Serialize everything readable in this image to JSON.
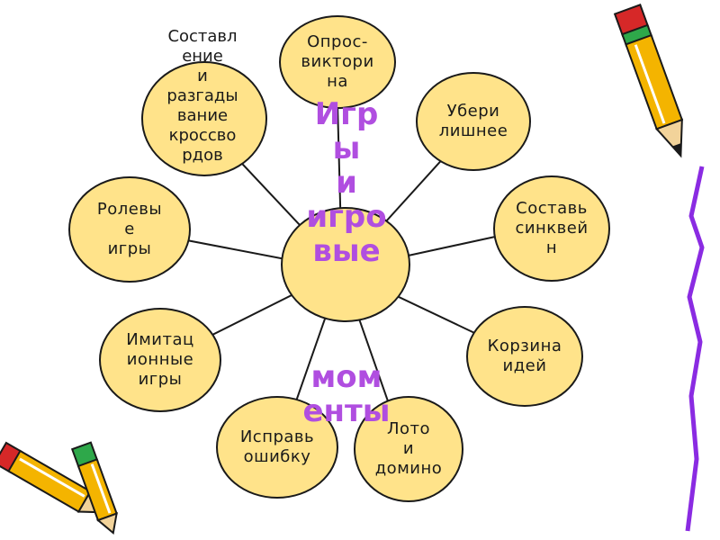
{
  "diagram": {
    "center": {
      "title_text": "Игр\nы\nи\nигро\nвые",
      "tail_text": "мом\nенты"
    },
    "nodes": {
      "quiz": "Опрос-\nвиктори\nна",
      "remove_extra": "Убери\nлишнее",
      "sinkwine": "Составь\nсинквей\nн",
      "idea_basket": "Корзина\nидей",
      "loto": "Лото\nи\nдомино",
      "fix_mistake": "Исправь\nошибку",
      "imitation": "Имитац\nионные\nигры",
      "roleplay": "Ролевы\nе\nигры",
      "crossword": "Составл\nение\nи\nразгады\nвание\nкроссво\nрдов"
    }
  },
  "colors": {
    "node_fill": "#ffe38a",
    "node_border": "#1a1a1a",
    "center_text": "#b04ee0",
    "accent_purple_line": "#8a2be2"
  },
  "icons": [
    "pencil-icon",
    "pencil-icon",
    "pencil-icon",
    "squiggle-line"
  ]
}
